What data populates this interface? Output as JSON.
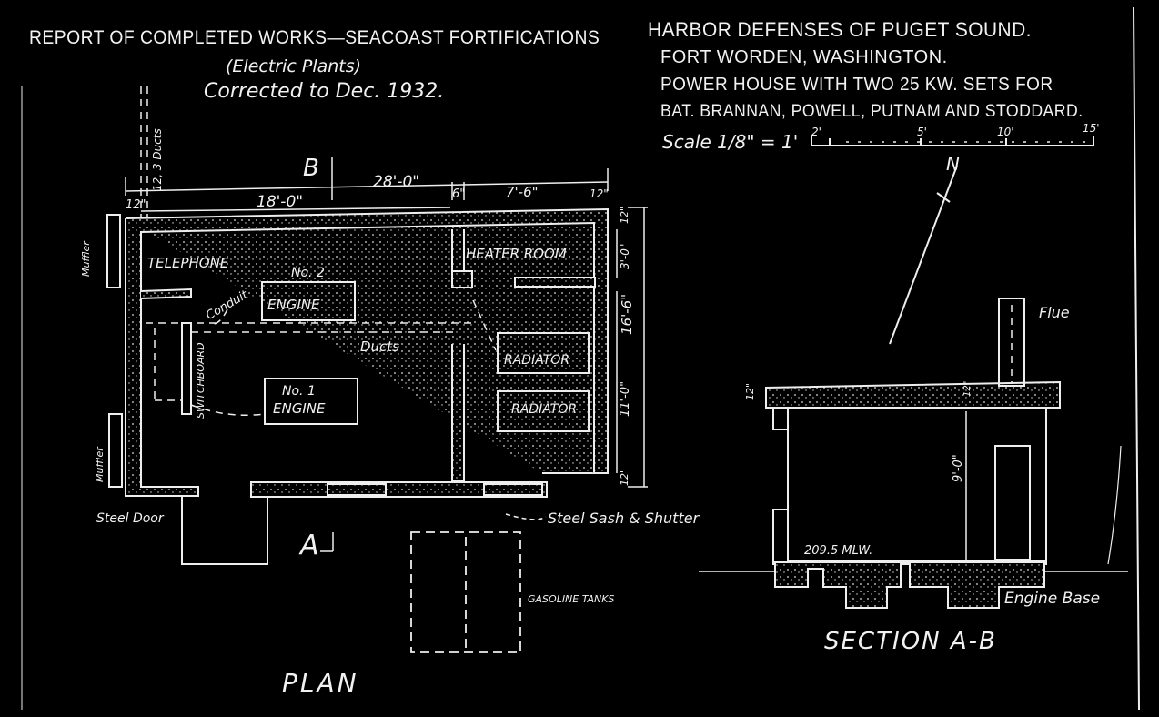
{
  "report": {
    "line1": "REPORT OF COMPLETED WORKS—SEACOAST FORTIFICATIONS",
    "line2": "(Electric Plants)",
    "line3": "Corrected to Dec. 1932."
  },
  "harbor": {
    "line1": "HARBOR DEFENSES OF PUGET SOUND.",
    "line2": "FORT WORDEN, WASHINGTON.",
    "line3": "POWER HOUSE WITH TWO 25 KW. SETS FOR",
    "line4": "BAT. BRANNAN, POWELL, PUTNAM AND STODDARD.",
    "scale": "Scale 1/8\" = 1'",
    "scale_ticks": [
      "2'",
      "5'",
      "10'",
      "15'"
    ]
  },
  "plan": {
    "title": "PLAN",
    "section_b": "B",
    "section_a": "A",
    "rooms": {
      "telephone": "TELEPHONE",
      "heater_room": "HEATER ROOM",
      "engine2_a": "No. 2",
      "engine2_b": "ENGINE",
      "engine1_a": "No. 1",
      "engine1_b": "ENGINE",
      "radiator1": "RADIATOR",
      "radiator2": "RADIATOR",
      "switchboard": "SWITCHBOARD",
      "conduit": "Conduit",
      "ducts": "Ducts"
    },
    "dims": {
      "overall_width": "28'-0\"",
      "left_part": "18'-0\"",
      "wall_left": "12\"",
      "partition": "6\"",
      "heater_width": "7'-6\"",
      "wall_right": "12\"",
      "depth": "16'-6\"",
      "heater_depth": "3'-0\"",
      "radiator_depth": "11'-0\"",
      "wall_top": "12\"",
      "wall_bottom": "12\"",
      "ducts_note": "12, 3 Ducts"
    },
    "labels": {
      "muffler_top": "Muffler",
      "muffler_bottom": "Muffler",
      "steel_door": "Steel Door",
      "steel_sash": "Steel Sash & Shutter",
      "gasoline_tanks": "GASOLINE TANKS"
    }
  },
  "section": {
    "title": "SECTION A-B",
    "flue": "Flue",
    "north": "N",
    "height": "9'-0\"",
    "roof": "12\"",
    "roof2": "12\"",
    "floor_level": "209.5 MLW.",
    "engine_base": "Engine Base"
  }
}
